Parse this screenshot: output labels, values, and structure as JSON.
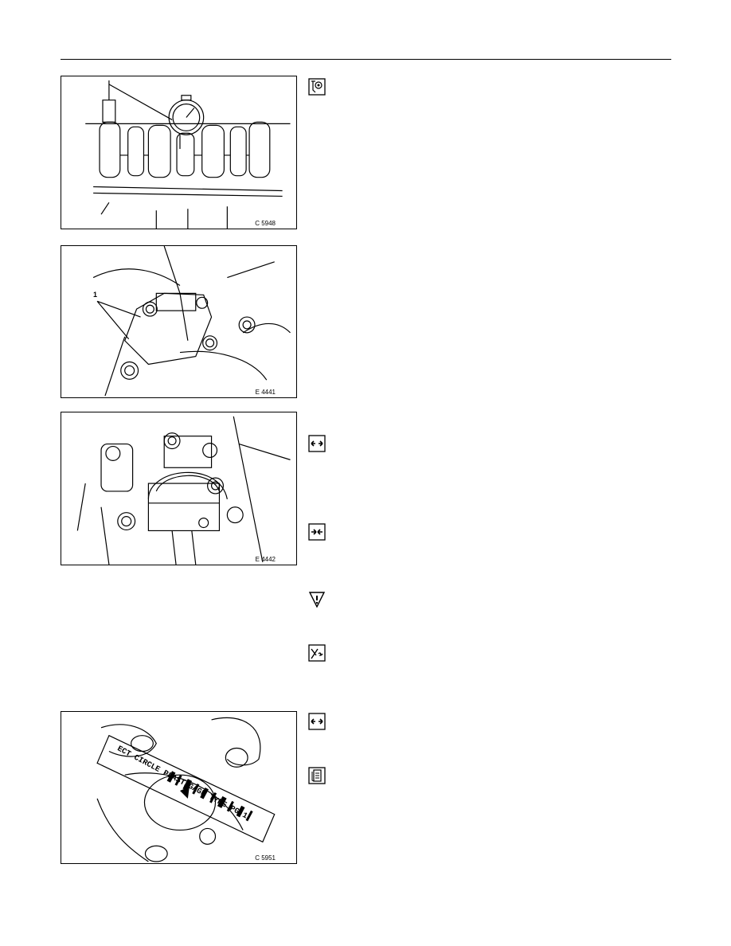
{
  "figures": [
    {
      "id": "fig1",
      "code": "C 5948"
    },
    {
      "id": "fig2",
      "code": "E 4441",
      "callout": "1"
    },
    {
      "id": "fig3",
      "code": "E 4442"
    },
    {
      "id": "fig4",
      "code": "C 5951",
      "gauge_text": "ECT CIRCLE PLASTIGAGE TYPE PG-1"
    }
  ],
  "icons": [
    {
      "name": "dial-gauge-icon"
    },
    {
      "name": "removal-arrows-icon"
    },
    {
      "name": "installation-arrows-icon"
    },
    {
      "name": "caution-triangle-icon"
    },
    {
      "name": "torque-angle-icon"
    },
    {
      "name": "removal-arrows-icon"
    },
    {
      "name": "specification-book-icon"
    }
  ]
}
